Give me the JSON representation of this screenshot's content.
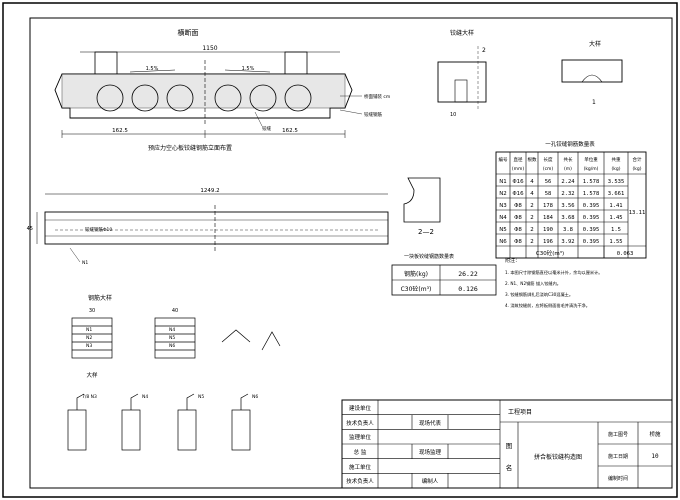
{
  "views": {
    "cross_section": {
      "title": "横断面",
      "dim_total": "1150",
      "slope_left": "1.5%",
      "slope_right": "1.5%",
      "dim_left": "162.5",
      "dim_right": "162.5",
      "label_right_top": "桥面铺装 cm",
      "label_right_bottom": "铰缝钢筋",
      "label_bottom": "铰缝"
    },
    "elevation": {
      "title": "预应力空心板铰缝钢筋立面布置",
      "dim_total": "1249.2",
      "dim_height": "45",
      "label_left": "铰缝钢筋Φ10",
      "label_n1": "N1"
    },
    "detail_top": {
      "title": "铰缝大样",
      "section_mark": "2",
      "dim": "10"
    },
    "detail_1": {
      "title": "大样",
      "section_mark": "1"
    },
    "section_22": {
      "title": "2—2"
    },
    "bar_detail": {
      "title": "钢筋大样",
      "dims": [
        "30",
        "40"
      ],
      "bars": [
        "N1",
        "N2",
        "N3",
        "N4",
        "N5",
        "N6"
      ],
      "sub_title": "大样",
      "bend_labels": [
        "7/8 N3",
        "N4",
        "N5",
        "N6"
      ]
    }
  },
  "rebar_table": {
    "title": "一孔铰缝钢筋数量表",
    "headers": [
      "编号",
      "直径 (mm)",
      "根数",
      "长度 (cm)",
      "共长 (m)",
      "单位重 (kg/m)",
      "共重 (kg)",
      "合计 (kg)"
    ],
    "rows": [
      [
        "N1",
        "Φ16",
        "4",
        "56",
        "2.24",
        "1.578",
        "3.535"
      ],
      [
        "N2",
        "Φ16",
        "4",
        "58",
        "2.32",
        "1.578",
        "3.661"
      ],
      [
        "N3",
        "Φ8",
        "2",
        "178",
        "3.56",
        "0.395",
        "1.41"
      ],
      [
        "N4",
        "Φ8",
        "2",
        "184",
        "3.68",
        "0.395",
        "1.45"
      ],
      [
        "N5",
        "Φ8",
        "2",
        "190",
        "3.8",
        "0.395",
        "1.5"
      ],
      [
        "N6",
        "Φ8",
        "2",
        "196",
        "3.92",
        "0.395",
        "1.55"
      ]
    ],
    "total": "13.11",
    "concrete_label": "C30砼(m³)",
    "concrete_value": "0.063"
  },
  "material_table": {
    "title": "一块板铰缝钢筋数量表",
    "rows": [
      {
        "label": "钢筋(kg)",
        "value": "26.22"
      },
      {
        "label": "C30砼(m³)",
        "value": "0.126"
      }
    ]
  },
  "notes": {
    "title": "附注：",
    "lines": [
      "1. 本图尺寸除钢筋直径以毫米计外，余均以厘米计。",
      "2. N1、N2钢筋 锚入铰缝内。",
      "3. 铰缝钢筋绑扎后浇筑C30混凝土。",
      "4. 浇筑铰缝前，应将板侧面凿毛并清洗干净。"
    ]
  },
  "title_block": {
    "left_rows": [
      {
        "label": "建设单位",
        "value": ""
      },
      {
        "label": "技术负责人",
        "value": "",
        "mid_label": "现场代表",
        "mid_value": ""
      },
      {
        "label": "监理单位",
        "value": ""
      },
      {
        "label": "总  监",
        "value": "",
        "mid_label": "现场监理",
        "mid_value": ""
      },
      {
        "label": "施工单位",
        "value": ""
      },
      {
        "label": "技术负责人",
        "value": "",
        "mid_label": "编制人",
        "mid_value": ""
      }
    ],
    "project_label": "工程项目",
    "drawing_label": "图",
    "name_label": "名",
    "drawing_name": "拼合板铰缝构造图",
    "right_rows": [
      {
        "label": "施工图号",
        "value": "桥施"
      },
      {
        "label": "施工日期",
        "value": "10"
      },
      {
        "label": "编制时间",
        "value": ""
      }
    ]
  }
}
